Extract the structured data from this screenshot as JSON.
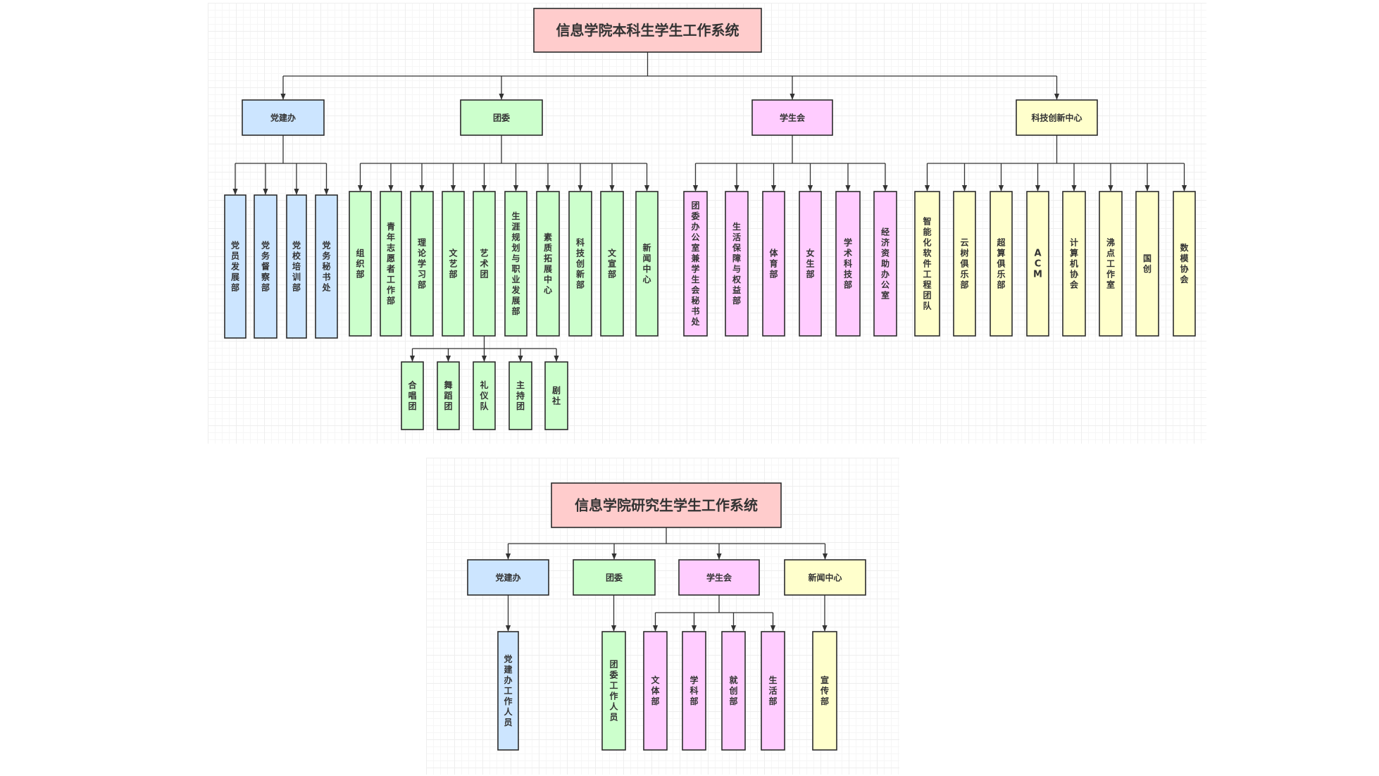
{
  "colors": {
    "root": "#ffcccc",
    "party": "#cce5ff",
    "league": "#ccffcc",
    "union": "#ffccff",
    "tech": "#ffffcc",
    "border": "#2b2b2b",
    "line": "#333333",
    "text": "#333333"
  },
  "undergrad": {
    "title": "信息学院本科生学生工作系统",
    "branches": [
      {
        "label": "党建办",
        "color": "party",
        "children": [
          "党员发展部",
          "党务督察部",
          "党校培训部",
          "党务秘书处"
        ]
      },
      {
        "label": "团委",
        "color": "league",
        "children": [
          "组织部",
          "青年志愿者工作部",
          "理论学习部",
          "文艺部",
          "艺术团",
          "生涯规划与职业发展部",
          "素质拓展中心",
          "科技创新部",
          "文宣部",
          "新闻中心"
        ],
        "sub": {
          "parent": "艺术团",
          "children": [
            "合唱团",
            "舞蹈团",
            "礼仪队",
            "主持团",
            "剧社"
          ]
        }
      },
      {
        "label": "学生会",
        "color": "union",
        "children": [
          "团委办公室兼学生会秘书处",
          "生活保障与权益部",
          "体育部",
          "女生部",
          "学术科技部",
          "经济资助办公室"
        ]
      },
      {
        "label": "科技创新中心",
        "color": "tech",
        "children": [
          "智能化软件工程团队",
          "云树俱乐部",
          "超算俱乐部",
          "ACM",
          "计算机协会",
          "沸点工作室",
          "国创",
          "数模协会"
        ]
      }
    ]
  },
  "grad": {
    "title": "信息学院研究生学生工作系统",
    "branches": [
      {
        "label": "党建办",
        "color": "party",
        "children": [
          "党建办工作人员"
        ]
      },
      {
        "label": "团委",
        "color": "league",
        "children": [
          "团委工作人员"
        ]
      },
      {
        "label": "学生会",
        "color": "union",
        "children": [
          "文体部",
          "学科部",
          "就创部",
          "生活部"
        ]
      },
      {
        "label": "新闻中心",
        "color": "tech",
        "children": [
          "宣传部"
        ]
      }
    ]
  }
}
